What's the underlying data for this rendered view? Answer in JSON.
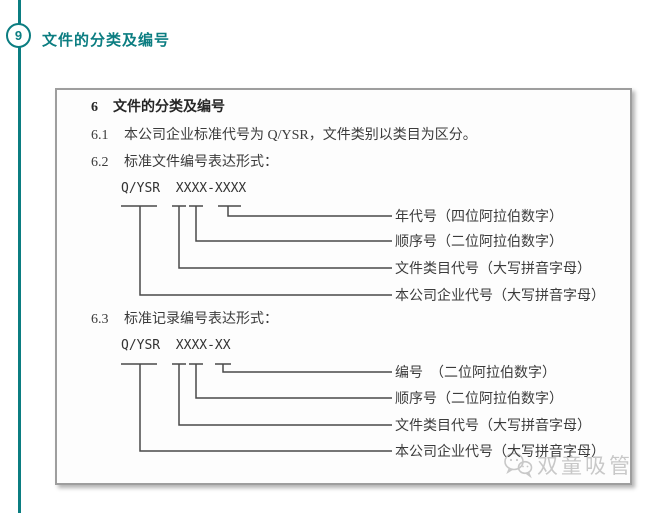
{
  "header": {
    "index_badge": "9",
    "title": "文件的分类及编号"
  },
  "document": {
    "heading": {
      "number": "6",
      "text": "文件的分类及编号"
    },
    "clauses": [
      {
        "number": "6.1",
        "text": "本公司企业标准代号为 Q/YSR，文件类别以类目为区分。"
      },
      {
        "number": "6.2",
        "text": "标准文件编号表达形式："
      },
      {
        "number": "6.3",
        "text": "标准记录编号表达形式："
      }
    ],
    "diagram_standard": {
      "code": "Q/YSR  XXXX-XXXX",
      "labels": [
        "年代号（四位阿拉伯数字）",
        "顺序号（二位阿拉伯数字）",
        "文件类目代号（大写拼音字母）",
        "本公司企业代号（大写拼音字母）"
      ]
    },
    "diagram_record": {
      "code": "Q/YSR  XXXX-XX",
      "labels": [
        "编号　（二位阿拉伯数字）",
        "顺序号（二位阿拉伯数字）",
        "文件类目代号（大写拼音字母）",
        "本公司企业代号（大写拼音字母）"
      ]
    }
  },
  "watermark": {
    "text": "双童吸管"
  },
  "colors": {
    "accent_teal": "#0b7d81",
    "doc_text": "#3b3b3b",
    "diagram_line": "#4a4a4a",
    "panel_border": "#9e9e9e",
    "watermark_gray": "#c8c8c8"
  }
}
